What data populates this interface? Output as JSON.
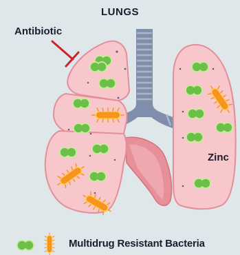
{
  "labels": {
    "title": "LUNGS",
    "antibiotic": "Antibiotic",
    "zinc": "Zinc",
    "legend": "Multidrug Resistant Bacteria"
  },
  "colors": {
    "background": "#dfe7ea",
    "lung_fill": "#f7c7cc",
    "lung_stroke": "#e38e98",
    "trachea": "#7f8fab",
    "heart": "#e7909a",
    "coccus": "#6cc04a",
    "coccus_edge": "#c6ee9a",
    "rod": "#f7941d",
    "rod_edge": "#fdd267",
    "inhibitor": "#cc2229",
    "text": "#1c1c2e"
  },
  "icons": [
    "inhibition-arrow-icon",
    "coccus-bacteria-icon",
    "rod-bacteria-icon"
  ]
}
